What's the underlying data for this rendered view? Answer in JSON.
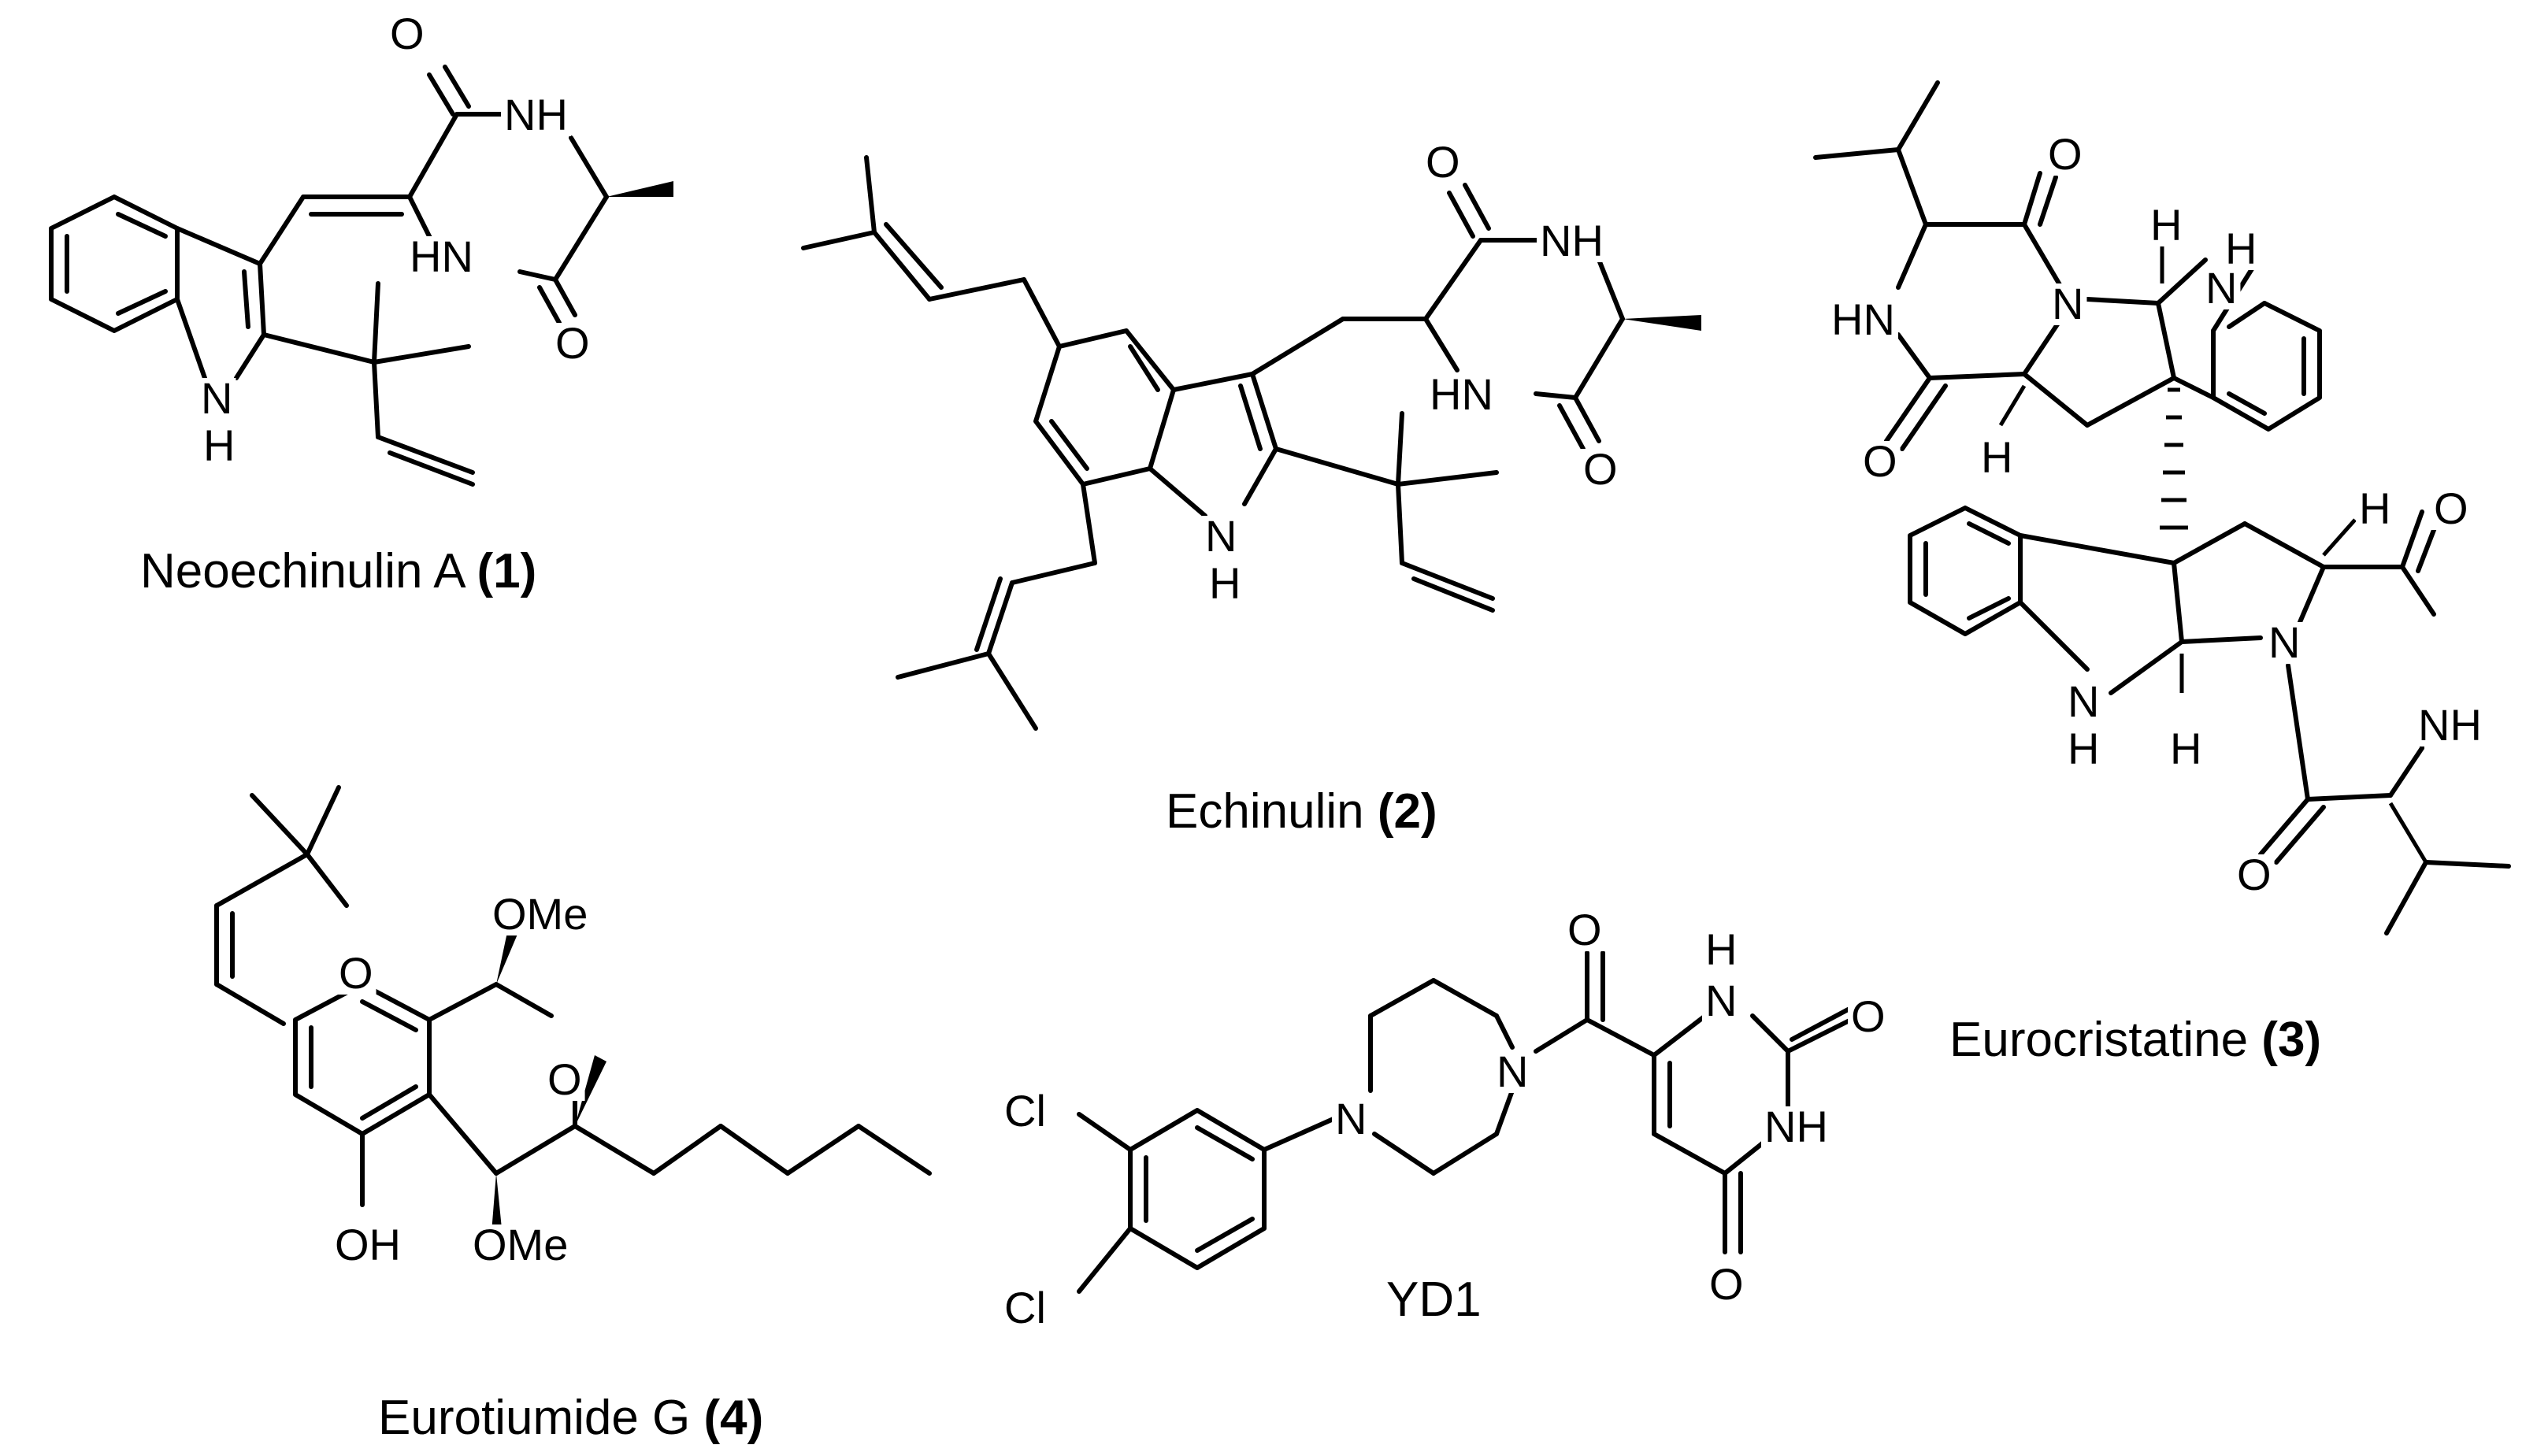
{
  "compounds": [
    {
      "key": "c1",
      "name": "Neoechinulin A",
      "number": "(1)"
    },
    {
      "key": "c2",
      "name": "Echinulin",
      "number": "(2)"
    },
    {
      "key": "c3",
      "name": "Eurocristatine",
      "number": "(3)"
    },
    {
      "key": "c4",
      "name": "Eurotiumide G",
      "number": "(4)"
    },
    {
      "key": "c5",
      "name": "YD1",
      "number": ""
    }
  ],
  "atoms": {
    "O": "O",
    "N": "N",
    "H": "H",
    "NH": "NH",
    "HN": "HN",
    "OMe": "OMe",
    "OH": "OH",
    "Cl": "Cl"
  }
}
